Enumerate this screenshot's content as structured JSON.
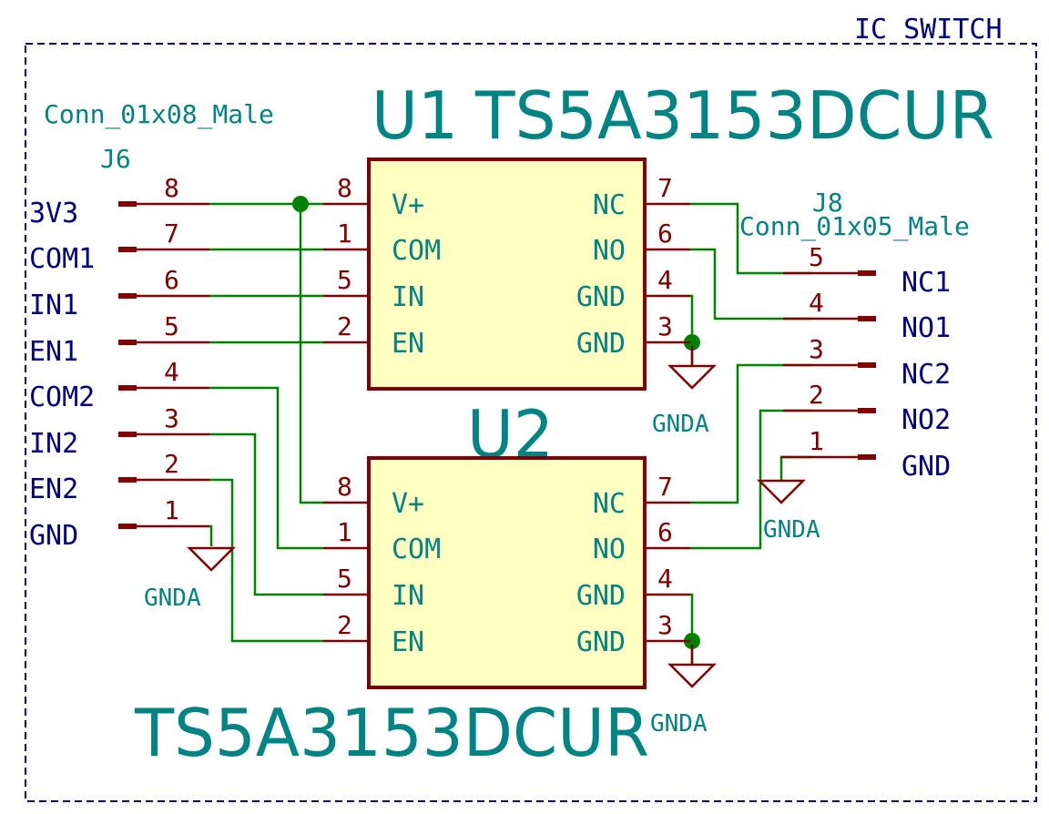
{
  "sheet": {
    "title": "IC SWITCH"
  },
  "j6": {
    "type": "Conn_01x08_Male",
    "ref": "J6",
    "pins": [
      {
        "num": "8",
        "net": "3V3"
      },
      {
        "num": "7",
        "net": "COM1"
      },
      {
        "num": "6",
        "net": "IN1"
      },
      {
        "num": "5",
        "net": "EN1"
      },
      {
        "num": "4",
        "net": "COM2"
      },
      {
        "num": "3",
        "net": "IN2"
      },
      {
        "num": "2",
        "net": "EN2"
      },
      {
        "num": "1",
        "net": "GND"
      }
    ]
  },
  "j8": {
    "type": "Conn_01x05_Male",
    "ref": "J8",
    "pins": [
      {
        "num": "5",
        "net": "NC1"
      },
      {
        "num": "4",
        "net": "NO1"
      },
      {
        "num": "3",
        "net": "NC2"
      },
      {
        "num": "2",
        "net": "NO2"
      },
      {
        "num": "1",
        "net": "GND"
      }
    ]
  },
  "u1": {
    "ref": "U1",
    "value": "TS5A3153DCUR",
    "left_pins": [
      {
        "num": "8",
        "name": "V+"
      },
      {
        "num": "1",
        "name": "COM"
      },
      {
        "num": "5",
        "name": "IN"
      },
      {
        "num": "2",
        "name": "EN"
      }
    ],
    "right_pins": [
      {
        "num": "7",
        "name": "NC"
      },
      {
        "num": "6",
        "name": "NO"
      },
      {
        "num": "4",
        "name": "GND"
      },
      {
        "num": "3",
        "name": "GND"
      }
    ]
  },
  "u2": {
    "ref": "U2",
    "value": "TS5A3153DCUR",
    "left_pins": [
      {
        "num": "8",
        "name": "V+"
      },
      {
        "num": "1",
        "name": "COM"
      },
      {
        "num": "5",
        "name": "IN"
      },
      {
        "num": "2",
        "name": "EN"
      }
    ],
    "right_pins": [
      {
        "num": "7",
        "name": "NC"
      },
      {
        "num": "6",
        "name": "NO"
      },
      {
        "num": "4",
        "name": "GND"
      },
      {
        "num": "3",
        "name": "GND"
      }
    ]
  },
  "power": {
    "gnda_label": "GNDA"
  },
  "colors": {
    "wire": "#008400",
    "pin": "#840000",
    "body_fill": "#ffffc2",
    "body_stroke": "#840000",
    "label": "#000084",
    "text": "#008484",
    "border": "#000084",
    "junction": "#008400"
  }
}
